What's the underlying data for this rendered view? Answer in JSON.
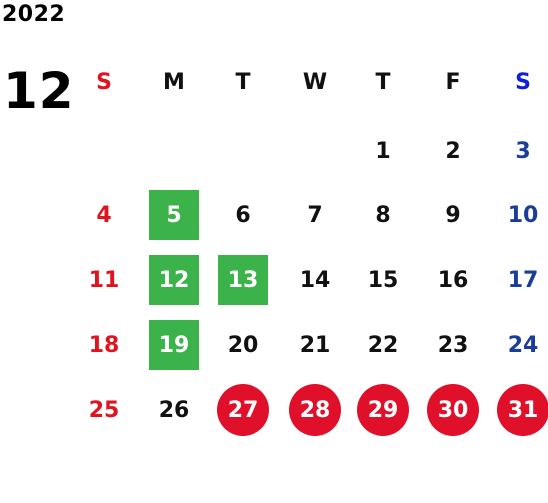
{
  "calendar": {
    "year": "2022",
    "month": "12",
    "weekdays": [
      "S",
      "M",
      "T",
      "W",
      "T",
      "F",
      "S"
    ],
    "weeks": [
      [
        "",
        "",
        "",
        "",
        "1",
        "2",
        "3"
      ],
      [
        "4",
        "5",
        "6",
        "7",
        "8",
        "9",
        "10"
      ],
      [
        "11",
        "12",
        "13",
        "14",
        "15",
        "16",
        "17"
      ],
      [
        "18",
        "19",
        "20",
        "21",
        "22",
        "23",
        "24"
      ],
      [
        "25",
        "26",
        "27",
        "28",
        "29",
        "30",
        "31"
      ]
    ],
    "green_highlighted_days": [
      "5",
      "12",
      "13",
      "19"
    ],
    "red_highlighted_days": [
      "27",
      "28",
      "29",
      "30",
      "31"
    ],
    "colors": {
      "sunday": "#e0141e",
      "saturday": "#1a3c9a",
      "saturday_header": "#1020d8",
      "weekday": "#111111",
      "green_highlight": "#3bb24a",
      "red_highlight": "#e0102a"
    }
  }
}
